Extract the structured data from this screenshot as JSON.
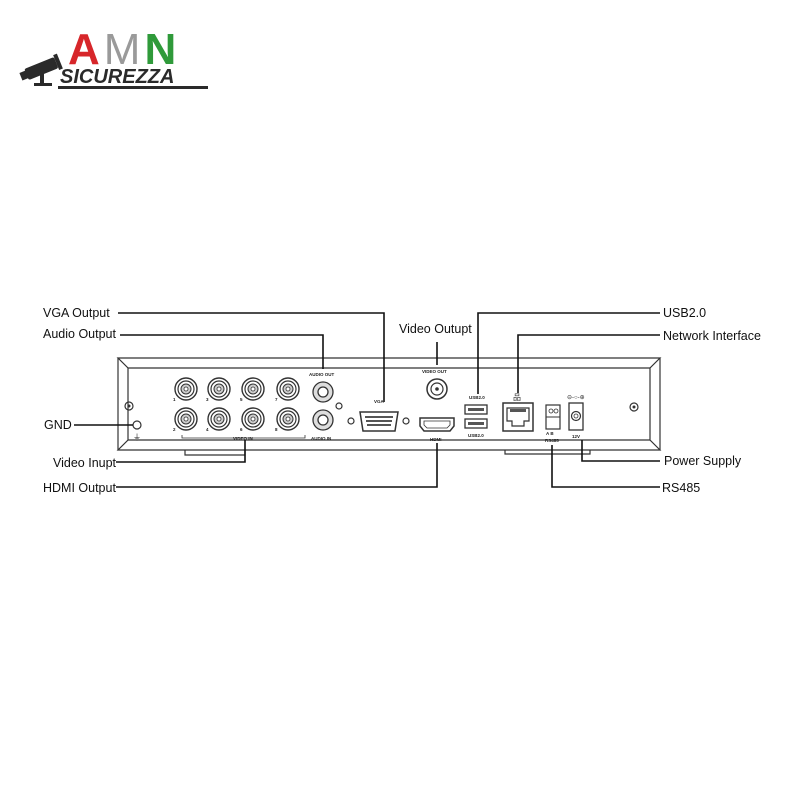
{
  "brand": {
    "logo_letters": [
      "A",
      "M",
      "N"
    ],
    "logo_colors": [
      "#d7262a",
      "#9a9a9a",
      "#2f9a3a"
    ],
    "tagline": "SICUREZZA",
    "icon": "cctv-camera-icon"
  },
  "callouts": {
    "left": [
      {
        "id": "vga",
        "label": "VGA Output"
      },
      {
        "id": "audio",
        "label": "Audio Output"
      },
      {
        "id": "gnd",
        "label": "GND"
      },
      {
        "id": "video-in",
        "label": "Video Inupt"
      },
      {
        "id": "hdmi",
        "label": "HDMI Output"
      }
    ],
    "top": [
      {
        "id": "video-out",
        "label": "Video Outupt"
      }
    ],
    "right": [
      {
        "id": "usb",
        "label": "USB2.0"
      },
      {
        "id": "network",
        "label": "Network Interface"
      },
      {
        "id": "power",
        "label": "Power Supply"
      },
      {
        "id": "rs485",
        "label": "RS485"
      }
    ]
  },
  "panel_labels": {
    "audio_out": "AUDIO OUT",
    "audio_in": "AUDIO IN",
    "video_in": "VIDEO IN",
    "vga": "VGA",
    "video_out": "VIDEO OUT",
    "hdmi": "HDMI",
    "usb_top": "USB2.0",
    "usb_bottom": "USB2.0",
    "rs485": "RS485",
    "rs485_ab": "A  B",
    "power": "12V",
    "channels": [
      "1",
      "2",
      "3",
      "4",
      "5",
      "6",
      "7",
      "8"
    ]
  },
  "colors": {
    "line": "#111111",
    "panel_stroke": "#333333"
  }
}
